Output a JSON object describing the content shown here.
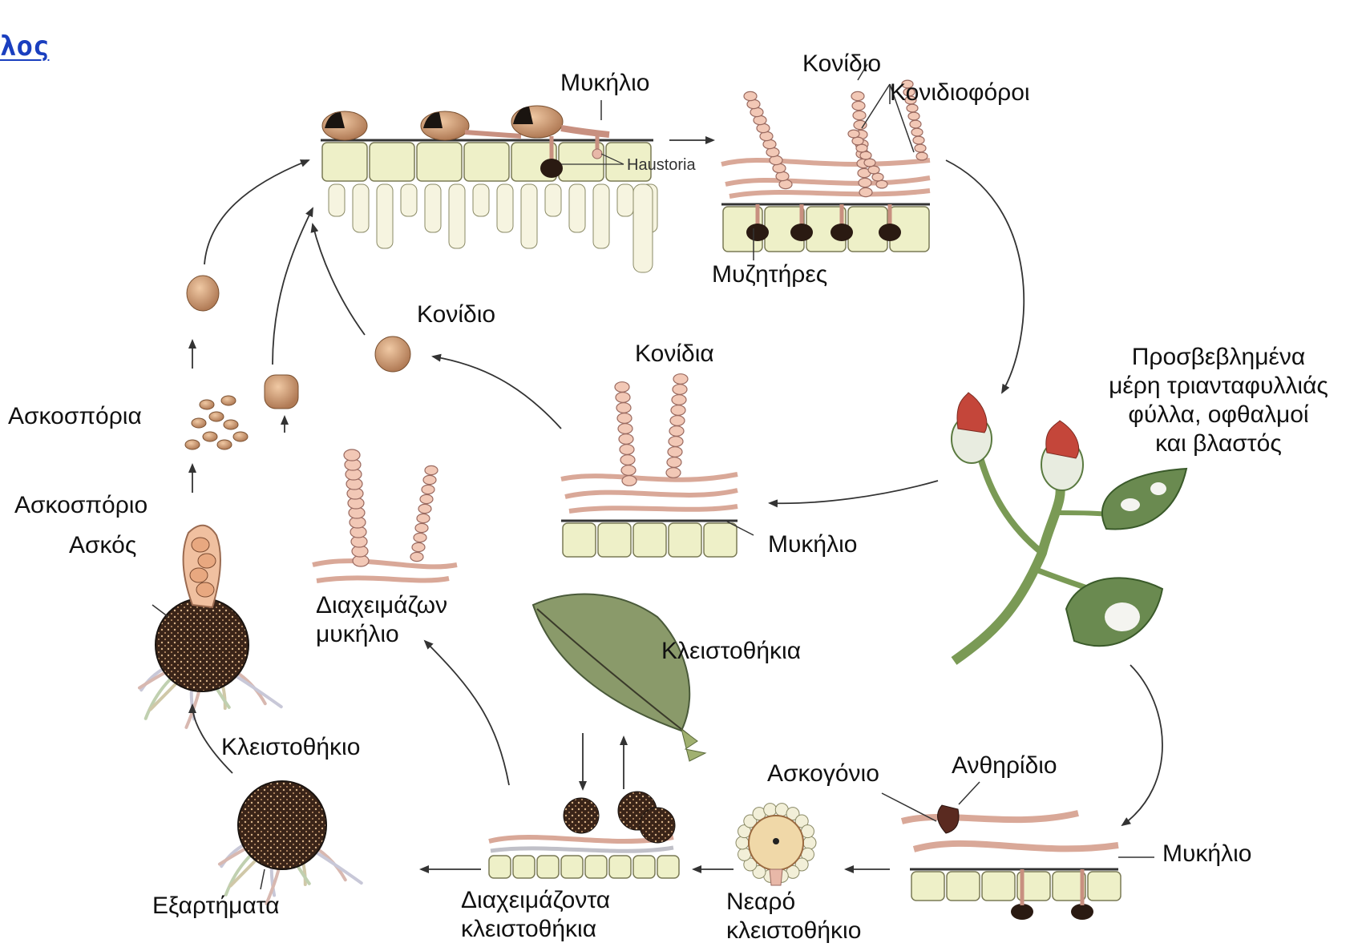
{
  "header": {
    "title_fragment": "λος"
  },
  "labels": {
    "mycelium_top": "Μυκήλιο",
    "haustoria": "Haustoria",
    "conidium_top": "Κονίδιο",
    "conidiophores": "Κονιδιοφόροι",
    "suckers": "Μυζητήρες",
    "conidium_mid": "Κονίδιο",
    "conidia": "Κονίδια",
    "affected_parts": [
      "Προσβεβλημένα",
      "μέρη τριανταφυλλιάς",
      "φύλλα, οφθαλμοί",
      "και βλαστός"
    ],
    "mycelium_mid": "Μυκήλιο",
    "ascospores": "Ασκοσπόρια",
    "ascospore": "Ασκοσπόριο",
    "ascus": "Ασκός",
    "overwintering_mycelium": [
      "Διαχειμάζων",
      "μυκήλιο"
    ],
    "cleistothecia": "Κλειστοθήκια",
    "cleistothecium": "Κλειστοθήκιο",
    "ascogonium": "Ασκογόνιο",
    "antheridium": "Ανθηρίδιο",
    "mycelium_bottom": "Μυκήλιο",
    "appendages": "Εξαρτήματα",
    "overwintering_cleistothecia": [
      "Διαχειμάζοντα",
      "κλειστοθήκια"
    ],
    "young_cleistothecium": [
      "Νεαρό",
      "κλειστοθήκιο"
    ]
  },
  "colors": {
    "link": "#1a3fbf",
    "cell_fill": "#eef0c8",
    "cell_stroke": "#7a7a55",
    "hypha": "#e8b8a8",
    "hypha_stroke": "#9a6a60",
    "spore": "#d6a07a",
    "dark_body": "#3a2418",
    "leaf": "#8a9a6a",
    "stem": "#7a9a55",
    "bud_red": "#c4463a",
    "arrow": "#333333"
  }
}
